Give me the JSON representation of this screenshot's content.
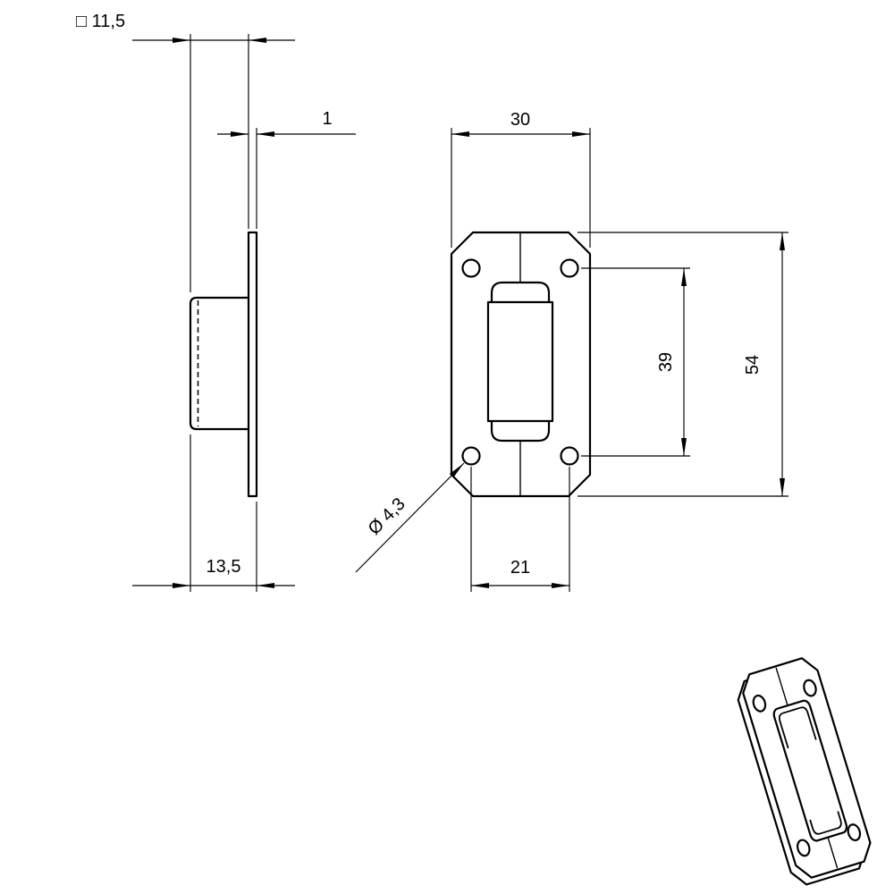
{
  "colors": {
    "line": "#000000",
    "background": "#ffffff",
    "text": "#000000"
  },
  "side_view": {
    "square_label": "□ 11,5",
    "thickness_label": "1",
    "depth_label": "13,5"
  },
  "front_view": {
    "width_label": "30",
    "hole_spacing_vertical_label": "39",
    "height_label": "54",
    "hole_spacing_horizontal_label": "21",
    "hole_diameter_label": "Ø 4,3"
  }
}
